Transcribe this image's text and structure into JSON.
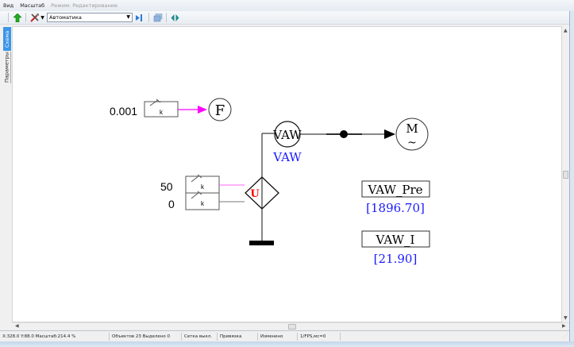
{
  "menubar": {
    "items": [
      {
        "label": "Вид",
        "enabled": true
      },
      {
        "label": "Масштаб",
        "enabled": true
      },
      {
        "label": "Режим: Редактирование",
        "enabled": false
      }
    ]
  },
  "toolbar": {
    "icons": [
      "green-up-arrow-icon",
      "tools-icon",
      "dropdown-arrow-icon",
      "step-icon",
      "layers-icon",
      "refresh-icon"
    ],
    "mode_combo": {
      "value": "Автоматика"
    }
  },
  "side_tabs": [
    {
      "label": "Схема",
      "active": true
    },
    {
      "label": "Параметры",
      "active": false
    }
  ],
  "diagram": {
    "const1": {
      "value": "0.001",
      "block_label": "k",
      "target": "F"
    },
    "const2": {
      "value": "50",
      "block_label": "k"
    },
    "const3": {
      "value": "0",
      "block_label": "k"
    },
    "source_label": "U",
    "meter": {
      "symbol": "VAW",
      "caption": "VAW"
    },
    "motor": {
      "symbol": "M",
      "sub": "~"
    },
    "readouts": [
      {
        "name": "VAW_Pre",
        "value": "[1896.70]"
      },
      {
        "name": "VAW_I",
        "value": "[21.90]"
      }
    ],
    "colors": {
      "signal_pink": "#ff00ff",
      "value_blue": "#1a1aff",
      "source_red": "#ff0000",
      "line": "#000000"
    }
  },
  "statusbar": {
    "coords": "X:328.0  Y:88.0  Масштаб:214.4 %",
    "objects": "Объектов 23  Выделено 0",
    "grid": "Сетка выкл.",
    "snap": "Привязка",
    "changed": "Изменено",
    "fps": "1/FPS,мс=0"
  }
}
